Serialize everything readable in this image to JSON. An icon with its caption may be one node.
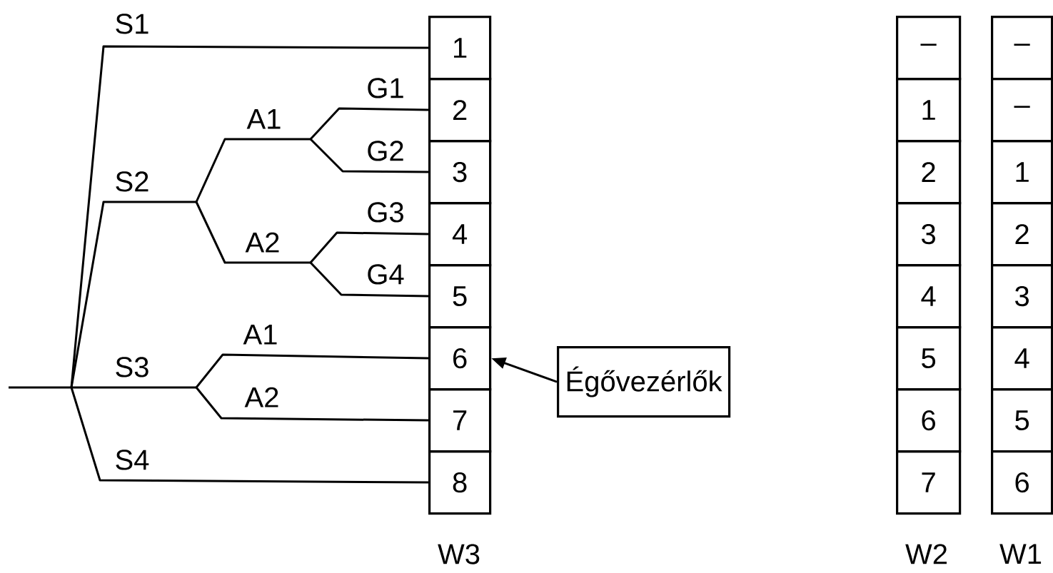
{
  "diagram": {
    "nodes": [
      {
        "text": [
          "1"
        ]
      },
      {
        "text": [
          "2"
        ]
      },
      {
        "text": [
          "3"
        ]
      },
      {
        "text": [
          "4"
        ]
      },
      {
        "text": [
          "5"
        ]
      },
      {
        "text": [
          "6"
        ]
      },
      {
        "text": [
          "7"
        ]
      },
      {
        "text": [
          "8"
        ]
      },
      {
        "text": [
          "–"
        ]
      },
      {
        "text": [
          "1"
        ]
      },
      {
        "text": [
          "2"
        ]
      },
      {
        "text": [
          "3"
        ]
      },
      {
        "text": [
          "4"
        ]
      },
      {
        "text": [
          "5"
        ]
      },
      {
        "text": [
          "6"
        ]
      },
      {
        "text": [
          "7"
        ]
      },
      {
        "text": [
          "–"
        ]
      },
      {
        "text": [
          "–"
        ]
      },
      {
        "text": [
          "1"
        ]
      },
      {
        "text": [
          "2"
        ]
      },
      {
        "text": [
          "3"
        ]
      },
      {
        "text": [
          "4"
        ]
      },
      {
        "text": [
          "5"
        ]
      },
      {
        "text": [
          "6"
        ]
      },
      {
        "text": [
          "Égővezérlők"
        ]
      }
    ],
    "edges": [
      {
        "from": null,
        "to": 0,
        "arrow": "none",
        "label": "S1"
      },
      {
        "from": null,
        "to": 1,
        "arrow": "none",
        "label": "G1"
      },
      {
        "from": null,
        "to": 2,
        "arrow": "none",
        "label": "G2"
      },
      {
        "from": null,
        "to": 3,
        "arrow": "none",
        "label": "G3"
      },
      {
        "from": null,
        "to": 4,
        "arrow": "none",
        "label": "G4"
      },
      {
        "from": null,
        "to": 5,
        "arrow": "none",
        "label": "A1"
      },
      {
        "from": null,
        "to": 6,
        "arrow": "none",
        "label": "A2"
      },
      {
        "from": null,
        "to": 7,
        "arrow": "none",
        "label": "S4"
      },
      {
        "from": 24,
        "to": 5,
        "arrow": "to"
      }
    ],
    "labels": [
      "S2",
      "A1",
      "A2",
      "S3",
      "W3",
      "W2",
      "W1"
    ]
  }
}
